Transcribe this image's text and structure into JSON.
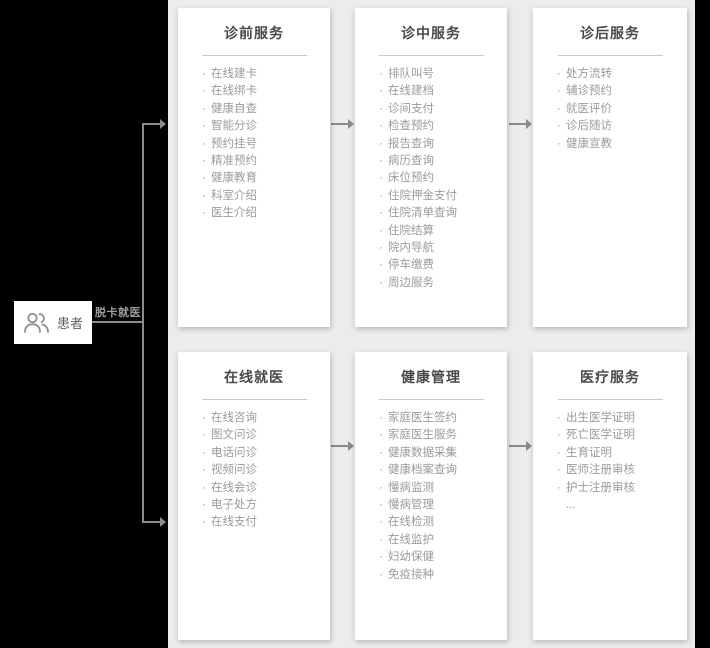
{
  "palette": {
    "background": "#000000",
    "panel": "#ebeced",
    "card_bg": "#ffffff",
    "title_color": "#4a4a4a",
    "item_color": "#9b9b9b",
    "connector_color": "#8b8b8b"
  },
  "patient": {
    "label": "患者",
    "icon": "users-icon",
    "flow_label": "脱卡就医"
  },
  "cards": [
    {
      "title": "诊前服务",
      "items": [
        "在线建卡",
        "在线绑卡",
        "健康自查",
        "智能分诊",
        "预约挂号",
        "精准预约",
        "健康教育",
        "科室介绍",
        "医生介绍"
      ]
    },
    {
      "title": "诊中服务",
      "items": [
        "排队叫号",
        "在线建档",
        "诊间支付",
        "检查预约",
        "报告查询",
        "病历查询",
        "床位预约",
        "住院押金支付",
        "住院清单查询",
        "住院结算",
        "院内导航",
        "停车缴费",
        "周边服务"
      ]
    },
    {
      "title": "诊后服务",
      "items": [
        "处方流转",
        "辅诊预约",
        "就医评价",
        "诊后随访",
        "健康宣教"
      ]
    },
    {
      "title": "在线就医",
      "items": [
        "在线咨询",
        "图文问诊",
        "电话问诊",
        "视频问诊",
        "在线会诊",
        "电子处方",
        "在线支付"
      ]
    },
    {
      "title": "健康管理",
      "items": [
        "家庭医生签约",
        "家庭医生服务",
        "健康数据采集",
        "健康档案查询",
        "慢病监测",
        "慢病管理",
        "在线检测",
        "在线监护",
        "妇幼保健",
        "免疫接种"
      ]
    },
    {
      "title": "医疗服务",
      "items": [
        "出生医学证明",
        "死亡医学证明",
        "生育证明",
        "医师注册审核",
        "护士注册审核",
        "..."
      ]
    }
  ]
}
